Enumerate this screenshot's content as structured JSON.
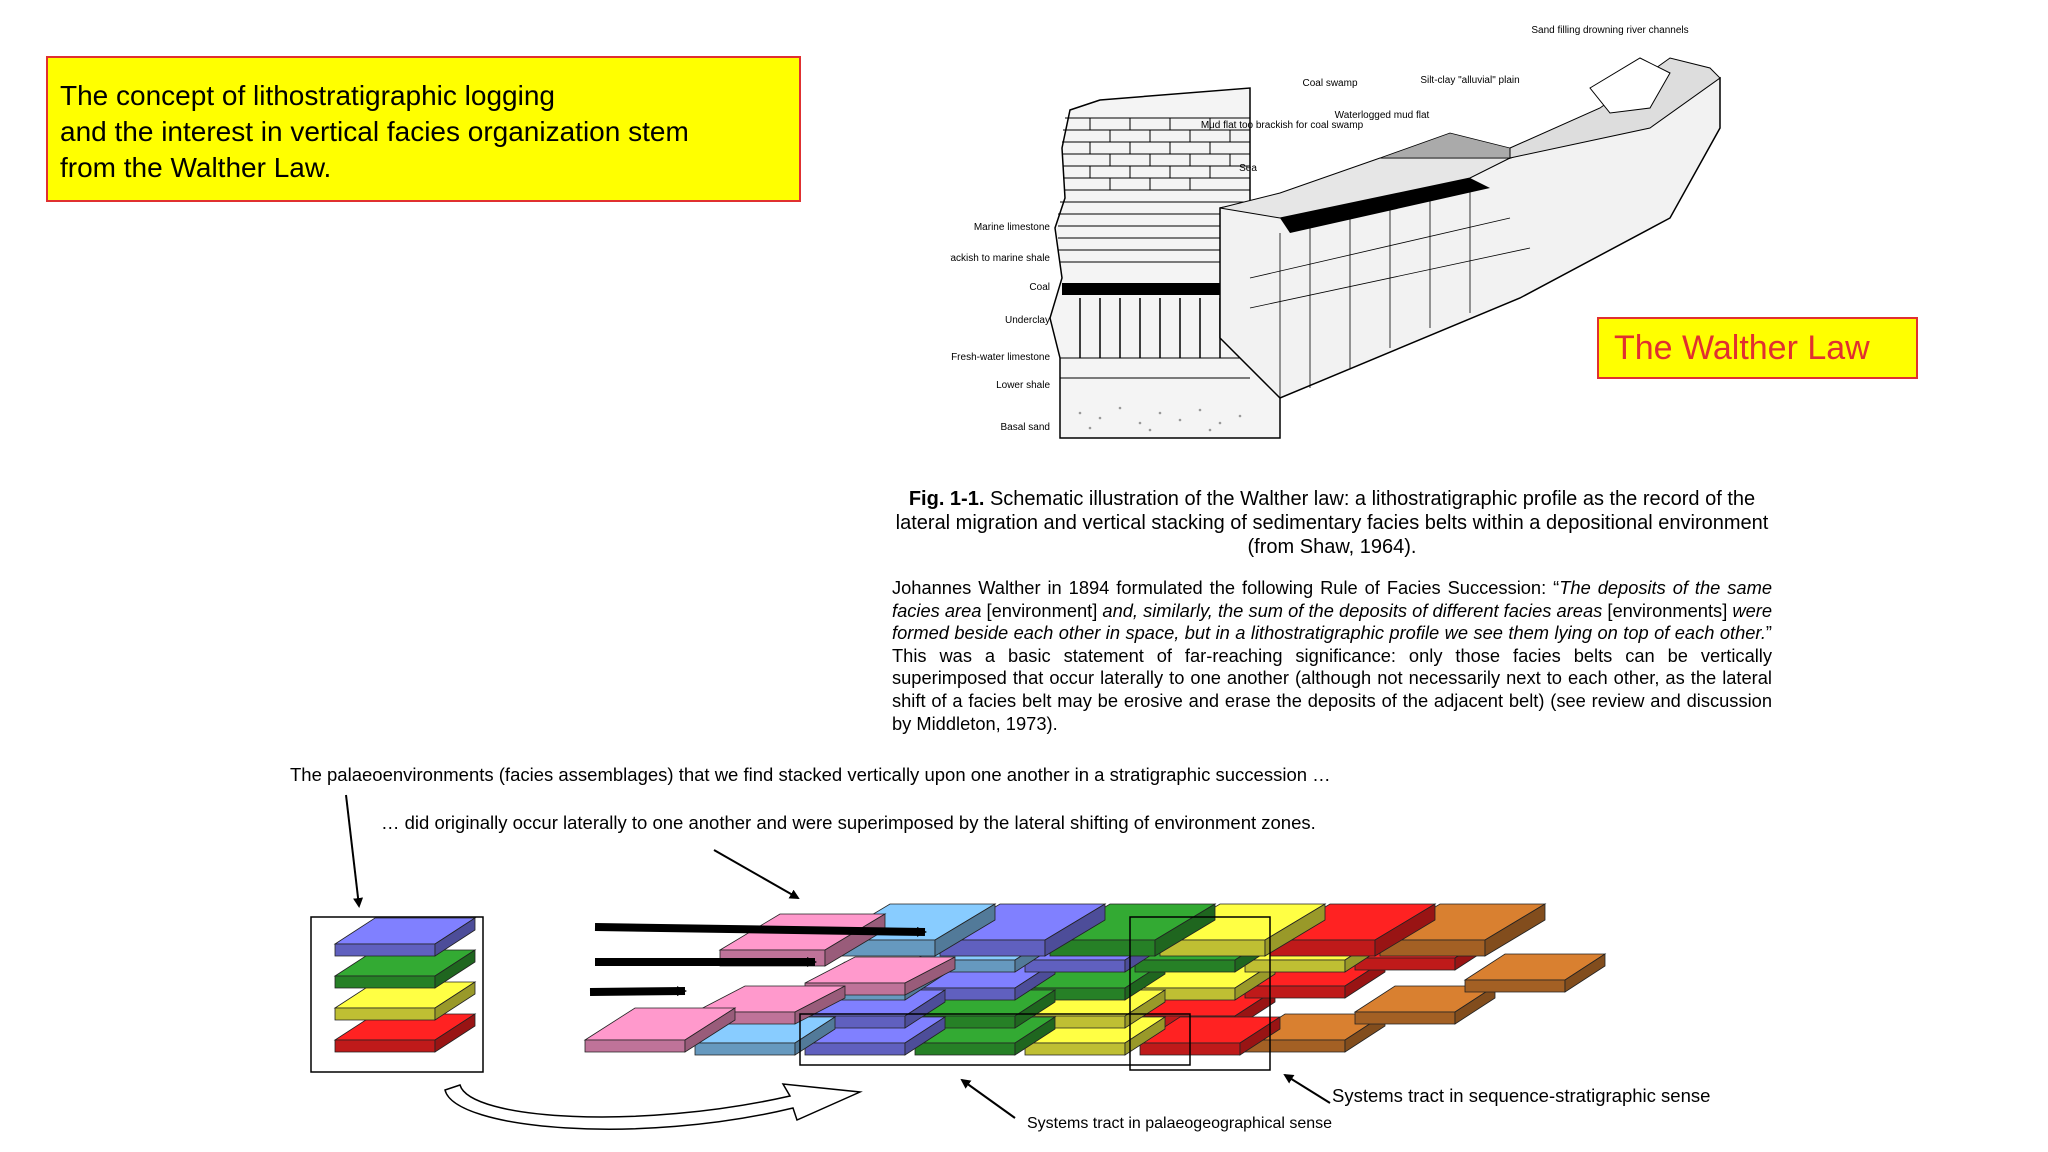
{
  "intro": {
    "lines": [
      "The concept of lithostratigraphic logging",
      "and the interest in vertical facies organization stem",
      "from the Walther Law."
    ]
  },
  "walther_label": "The Walther Law",
  "block_diagram": {
    "labels": {
      "sand_channels": "Sand filling drowning river channels",
      "silt_clay": "Silt-clay \"alluvial\" plain",
      "coal_swamp": "Coal swamp",
      "waterlogged": "Waterlogged mud flat",
      "mud_flat": "Mud flat too brackish for coal swamp",
      "sea": "Sea",
      "marine_limestone": "Marine limestone",
      "brackish_shale": "Brackish to marine shale",
      "coal": "Coal",
      "underclay": "Underclay",
      "freshwater_limestone": "Fresh-water limestone",
      "lower_shale": "Lower shale",
      "basal_sand": "Basal sand"
    }
  },
  "figure": {
    "number": "Fig. 1-1.",
    "caption": "Schematic illustration of the Walther law: a lithostratigraphic profile as the record of the lateral migration and vertical stacking of sedimentary facies belts within a depositional environment (from Shaw, 1964).",
    "paragraph_a": "Johannes Walther in 1894 formulated the following Rule of Facies Succession: “",
    "paragraph_b": "The deposits of the same facies area",
    "paragraph_c": " [environment] ",
    "paragraph_d": "and, similarly, the sum of the deposits of different facies areas",
    "paragraph_e": " [environments] ",
    "paragraph_f": "were formed beside each other in space, but in a lithostratigraphic profile we see them lying on top of each other.",
    "paragraph_g": "” This was a basic statement of far-reaching significance: only those facies belts can be vertically superimposed that occur laterally to one another (although not necessarily next to each other, as the lateral shift of a facies belt may be erosive and erase the deposits of the adjacent belt) (see review and discussion by Middleton, 1973)."
  },
  "diagram_text": {
    "palaeo": "The palaeoenvironments (facies assemblages) that we find stacked vertically upon one another in a stratigraphic succession …",
    "lateral": "… did originally occur laterally to one another and were superimposed by the lateral shifting of environment zones.",
    "sequence_label": "Systems tract in sequence-stratigraphic sense",
    "palaeogeo_label": "Systems tract in palaeogeographical sense"
  },
  "colors": {
    "blue": "#8080ff",
    "green": "#33aa33",
    "yellow": "#ffff44",
    "red": "#ff2222",
    "pink": "#ff99cc",
    "lightblue": "#88ccff",
    "orange": "#d98030",
    "box_yellow": "#ffff00",
    "box_border": "#e03030"
  }
}
